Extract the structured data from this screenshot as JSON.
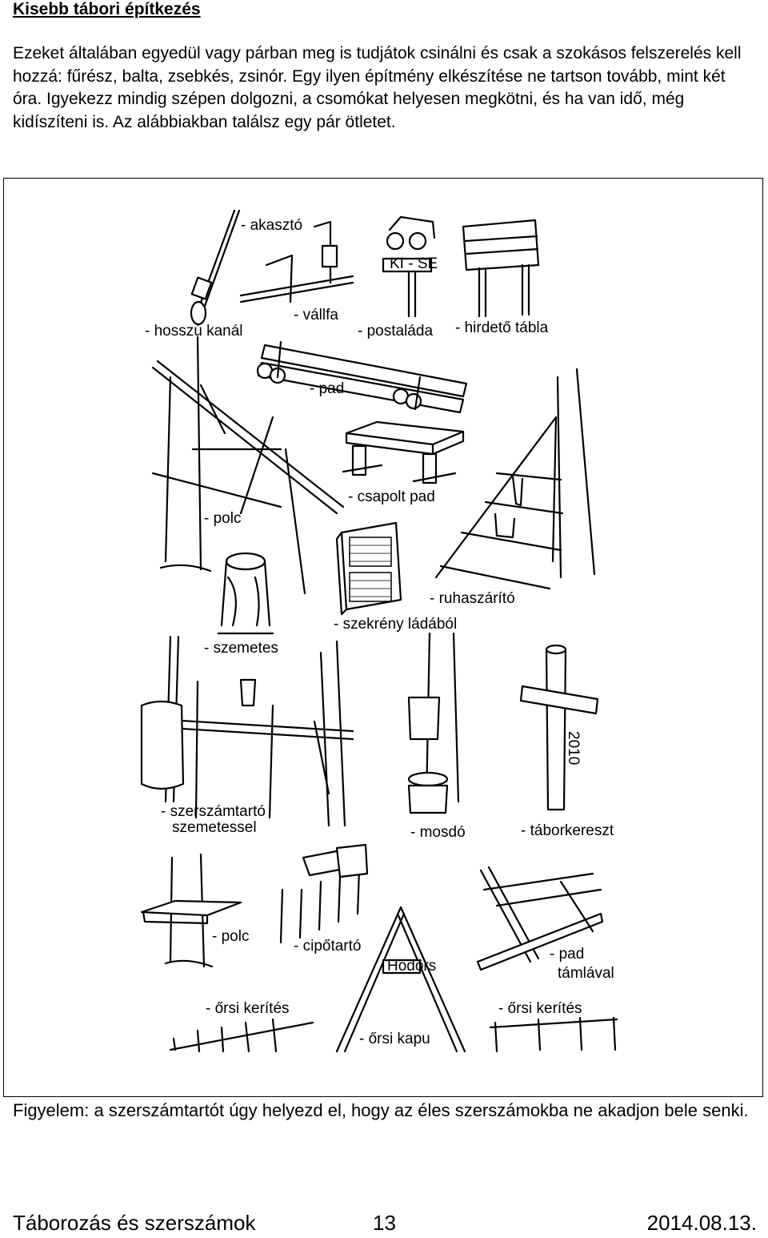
{
  "title": "Kisebb tábori építkezés",
  "intro": "Ezeket általában egyedül vagy párban meg is tudjátok csinálni és csak a szokásos felszerelés kell hozzá: fűrész, balta, zsebkés, zsinór. Egy ilyen építmény elkészítése ne tartson tovább, mint két óra. Igyekezz mindig szépen dolgozni, a csomókat helyesen megkötni, és ha van idő, még kidíszíteni is. Az alábbiakban találsz egy pár ötletet.",
  "figure": {
    "labels": {
      "akaszto": "- akasztó",
      "hosszu_kanal": "- hosszú kanál",
      "vallfa": "- vállfa",
      "postalada": "- postaláda",
      "hirdeto_tabla": "- hirdető tábla",
      "pad": "- pad",
      "polc_1": "- polc",
      "csapolt_pad": "- csapolt pad",
      "ruhaszarito": "- ruhaszárító",
      "szekreny": "- szekrény ládából",
      "szemetes": "- szemetes",
      "szerszamtarto_1": "- szerszámtartó",
      "szerszamtarto_2": "szemetessel",
      "mosdo": "- mosdó",
      "taborkereszt": "- táborkereszt",
      "polc_2": "- polc",
      "cipotarto": "- cipőtartó",
      "pad_tamlaval_1": "- pad",
      "pad_tamlaval_2": "támlával",
      "orsi_kerites_1": "- őrsi kerítés",
      "orsi_kerites_2": "- őrsi kerítés",
      "orsi_kapu": "- őrsi kapu",
      "mailbox_sign": "KI - SE",
      "gate_sign": "Hodörs",
      "cross_year": "2010"
    }
  },
  "warning": "Figyelem: a szerszámtartót úgy helyezd el, hogy az éles szerszámokba ne akadjon bele senki.",
  "footer": {
    "left": "Táborozás és szerszámok",
    "page": "13",
    "date": "2014.08.13."
  }
}
